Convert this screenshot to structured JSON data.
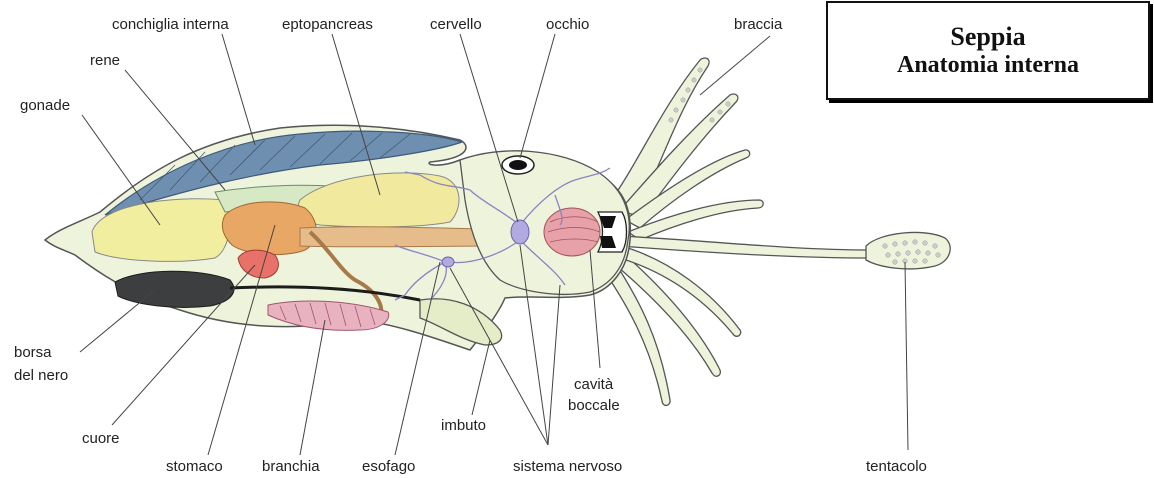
{
  "title": {
    "line1": "Seppia",
    "line2": "Anatomia interna"
  },
  "labels": {
    "conchiglia_interna": "conchiglia interna",
    "eptopancreas": "eptopancreas",
    "cervello": "cervello",
    "occhio": "occhio",
    "braccia": "braccia",
    "rene": "rene",
    "gonade": "gonade",
    "borsa_1": "borsa",
    "borsa_2": "del nero",
    "cuore": "cuore",
    "stomaco": "stomaco",
    "branchia": "branchia",
    "esofago": "esofago",
    "imbuto": "imbuto",
    "sistema_nervoso": "sistema nervoso",
    "cavita_1": "cavità",
    "cavita_2": "boccale",
    "tentacolo": "tentacolo"
  },
  "colors": {
    "body": "#eef4dc",
    "outline": "#555555",
    "shell": "#6f8fb0",
    "gonad": "#f2eea0",
    "stomach": "#e9a766",
    "heart": "#e8726a",
    "hepatopancreas": "#f1ea9e",
    "gill": "#e8b2c0",
    "ink_sac": "#3c3e40",
    "nerve": "#8a84c4",
    "mouth": "#e7a1a8",
    "intestine": "#e6bc8a",
    "leader": "#444444"
  }
}
